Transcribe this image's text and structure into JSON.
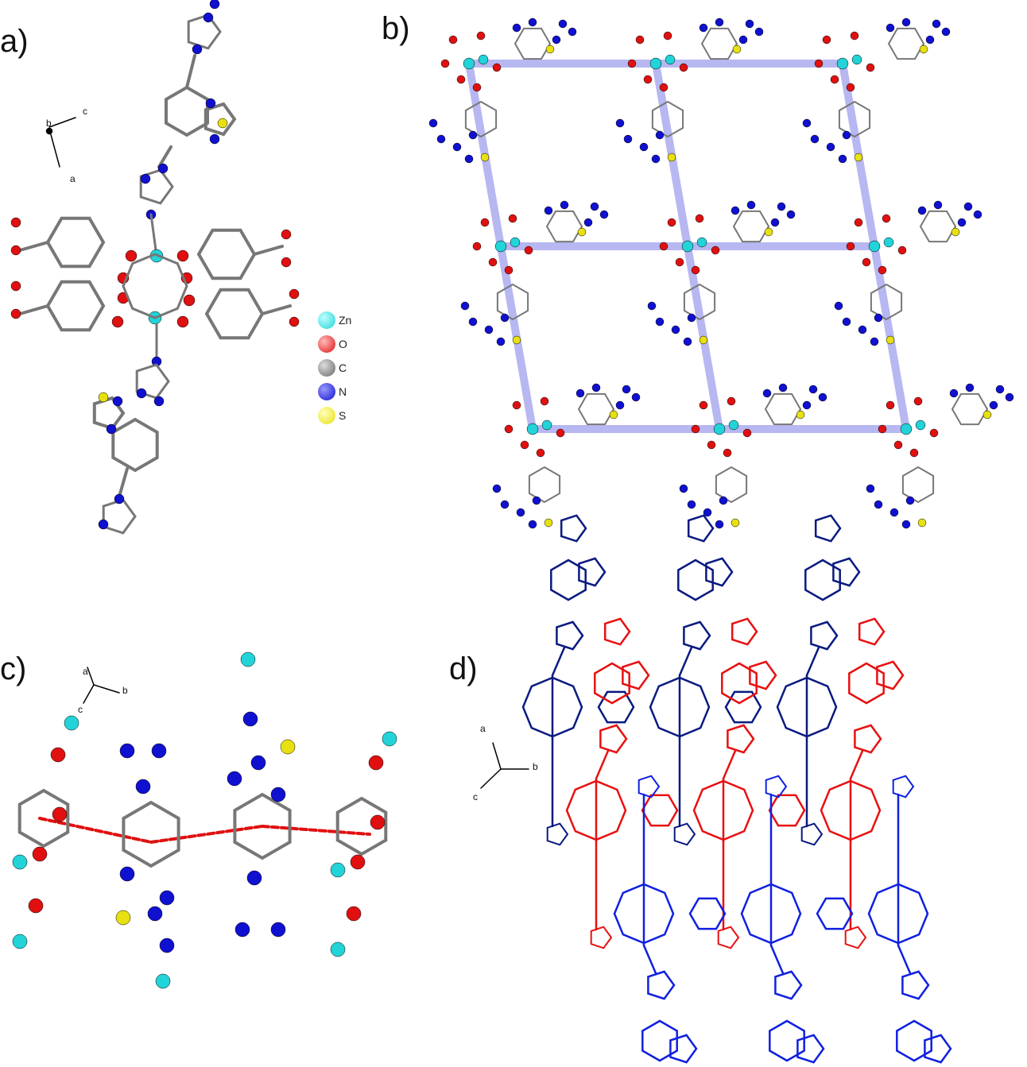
{
  "panels": {
    "a": "a)",
    "b": "b)",
    "c": "c)",
    "d": "d)"
  },
  "legend": [
    {
      "label": "Zn",
      "color": "#22d3d8"
    },
    {
      "label": "O",
      "color": "#e01010"
    },
    {
      "label": "C",
      "color": "#707070"
    },
    {
      "label": "N",
      "color": "#1010d0"
    },
    {
      "label": "S",
      "color": "#e8e010"
    }
  ],
  "axes": {
    "a": {
      "x1": "b",
      "x2": "c",
      "x3": "a"
    },
    "c": {
      "x1": "a",
      "x2": "c",
      "x3": "b"
    },
    "d": {
      "x1": "a",
      "x2": "b",
      "x3": "c"
    }
  },
  "colors": {
    "net_a": "#0a1a80",
    "net_b": "#e81010",
    "net_c": "#1020e0",
    "lattice": "#8888e8"
  }
}
